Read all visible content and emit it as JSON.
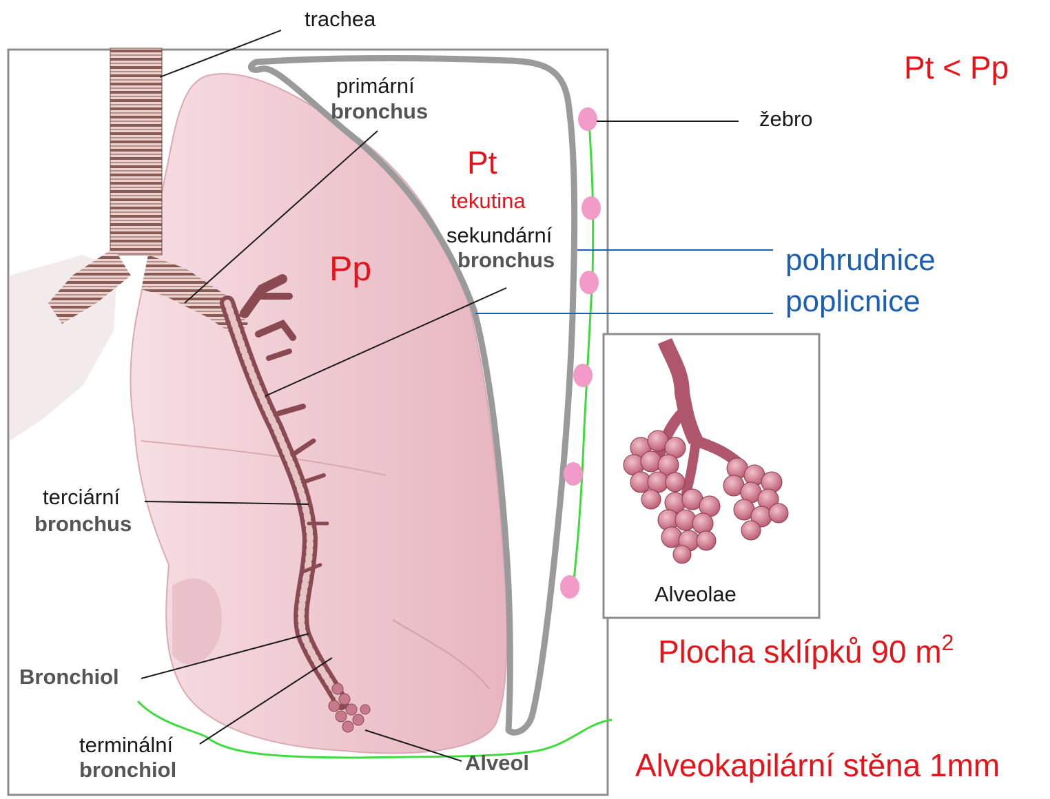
{
  "labels": {
    "trachea": "trachea",
    "primarni_1": "primární",
    "primarni_2": "bronchus",
    "sekundarni_1": "sekundární",
    "sekundarni_2": "bronchus",
    "terciarni_1": "terciární",
    "terciarni_2": "bronchus",
    "bronchiol": "Bronchiol",
    "terminalni_1": "terminální",
    "terminalni_2": "bronchiol",
    "alveol": "Alveol",
    "zebro": "žebro",
    "alveolae": "Alveolae",
    "pt_region": "Pt",
    "tekutina": "tekutina",
    "pp_region": "Pp",
    "pohrudnice": "pohrudnice",
    "poplicnice": "poplicnice",
    "pressure_relation": "Pt < Pp",
    "plocha": "Plocha sklípků 90 m",
    "plocha_exp": "2",
    "stena": "Alveokapilární stěna 1mm"
  },
  "colors": {
    "lung": "#efc9d1",
    "pleura_outline": "#9a9a9a",
    "rib_dot": "#f29ac8",
    "green_line": "#3ddc3d",
    "red_text": "#e4141b",
    "blue_text": "#1a5fb4"
  }
}
